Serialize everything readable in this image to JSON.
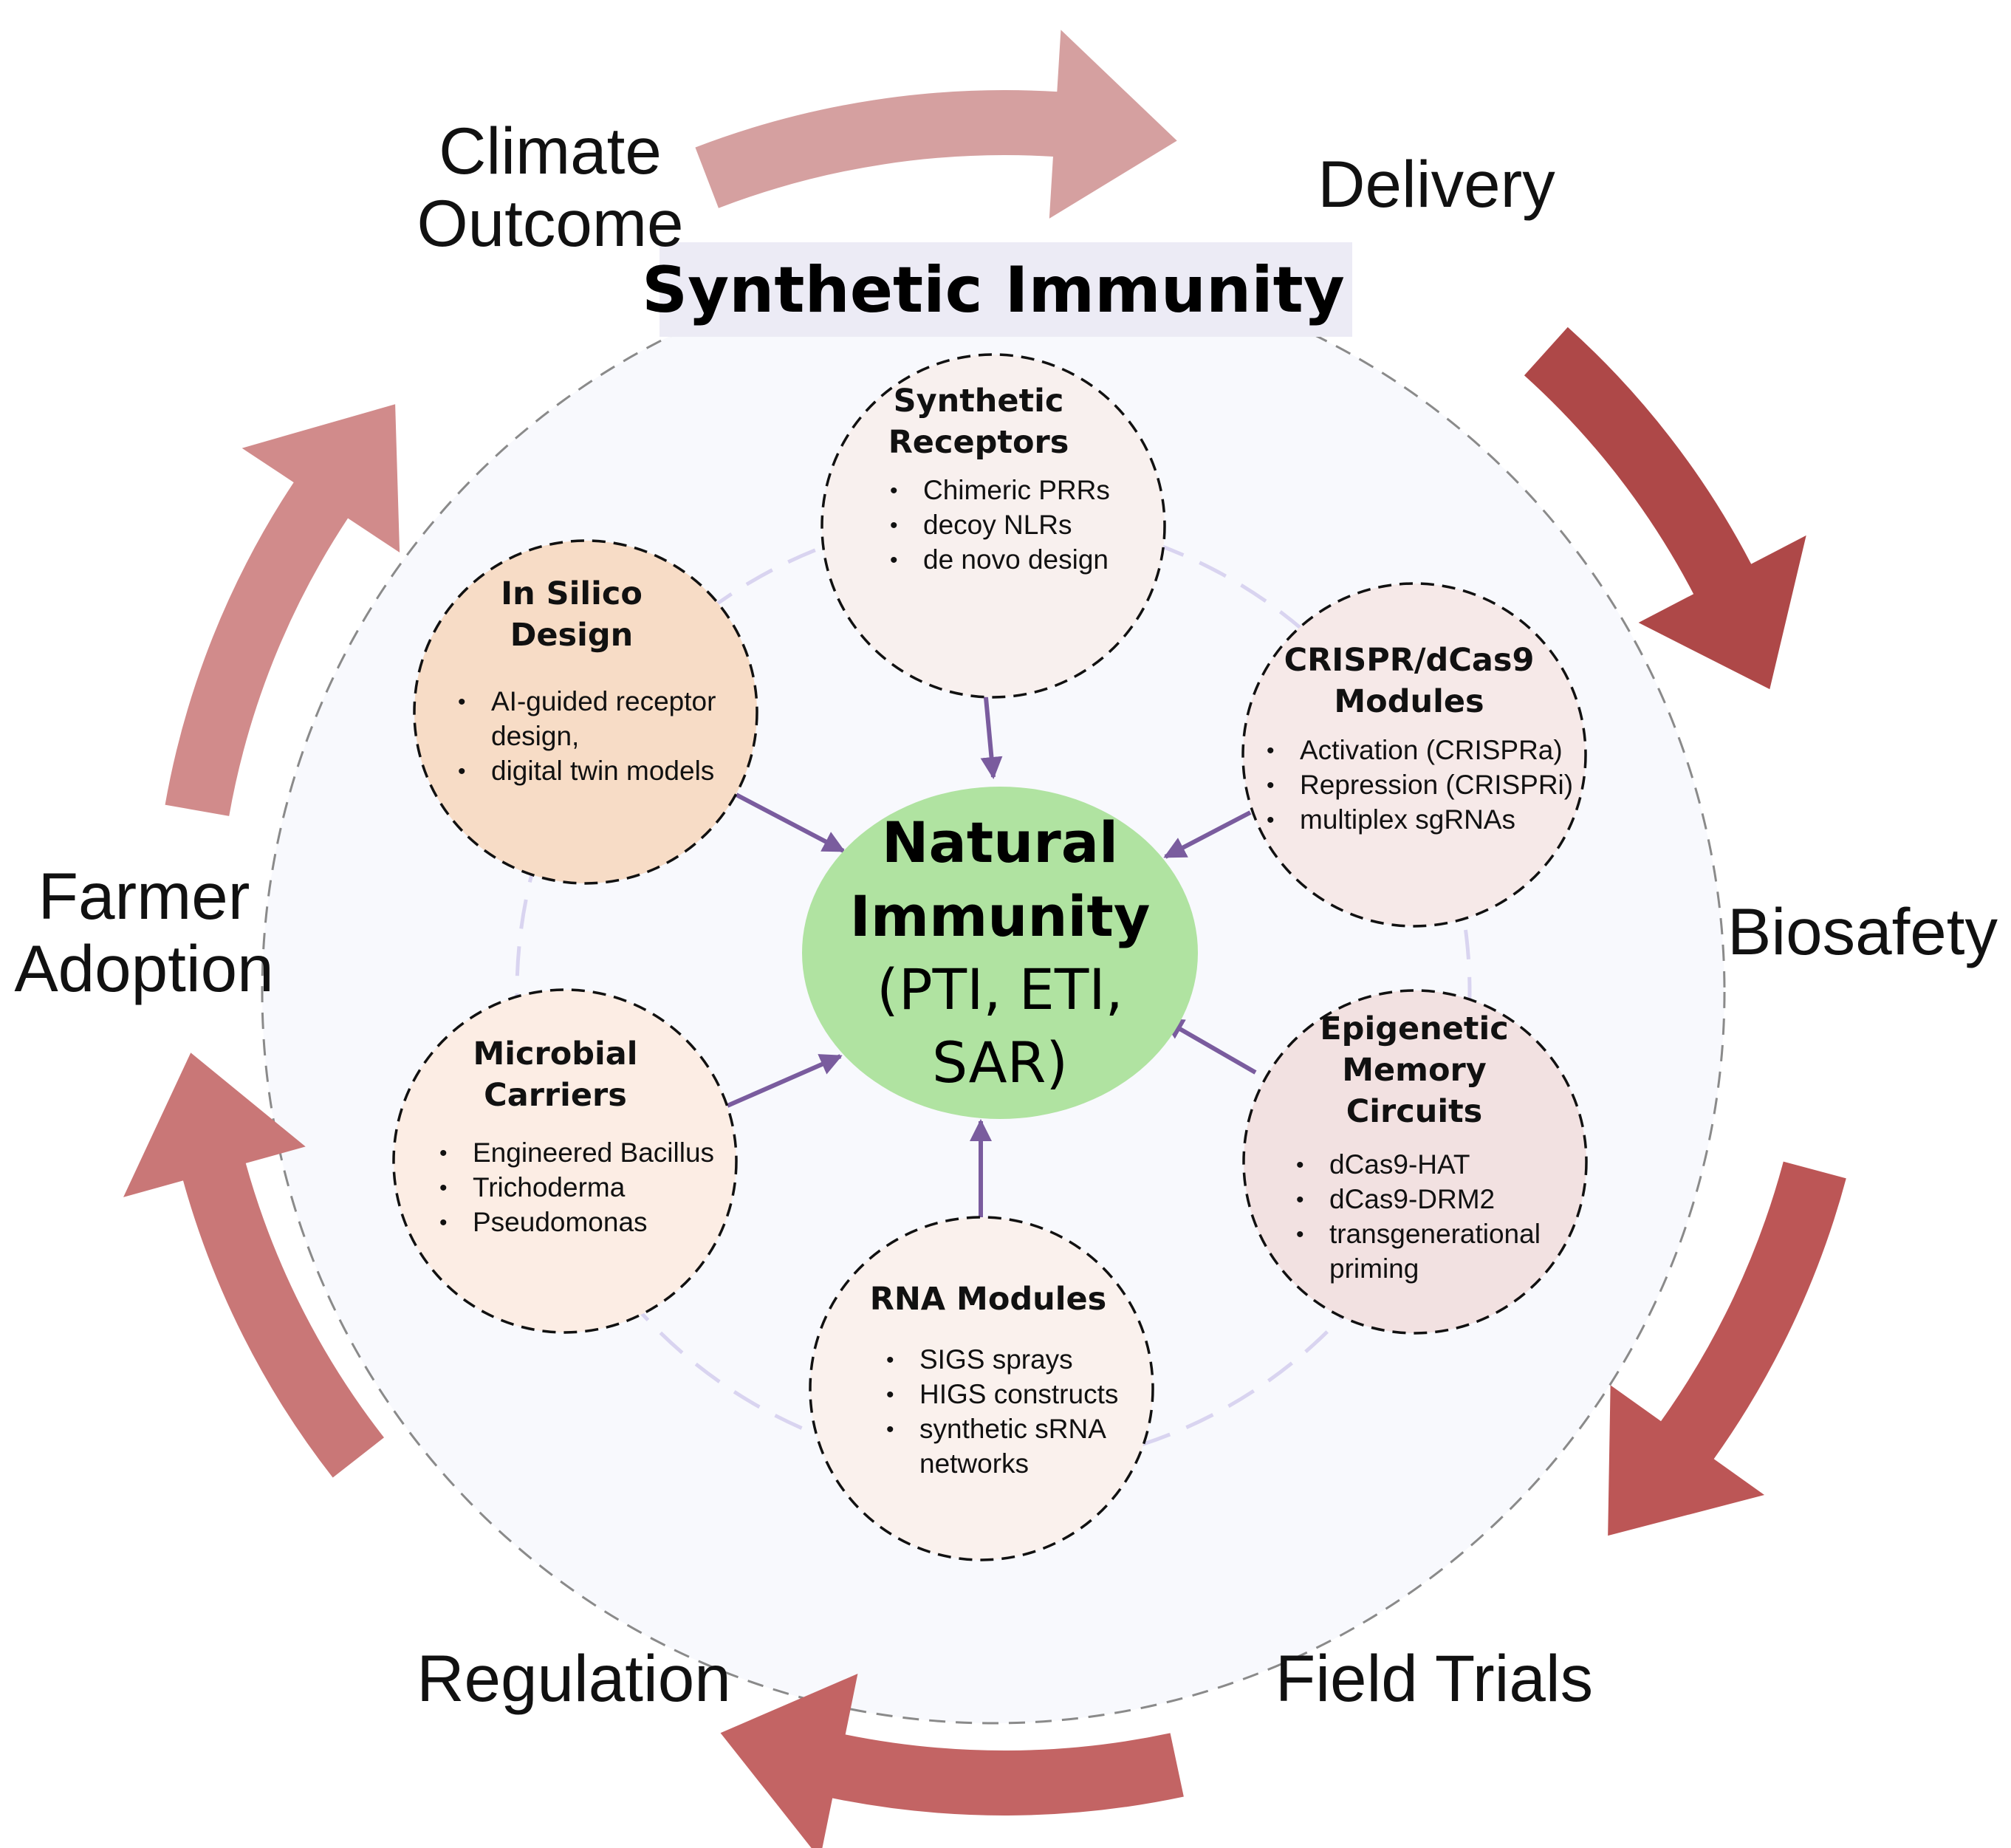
{
  "title": "Synthetic Immunity",
  "center": {
    "lines": [
      "Natural",
      "Immunity",
      "(PTI, ETI,",
      "SAR)"
    ]
  },
  "modules": [
    {
      "id": "synthetic-receptors",
      "title": [
        "Synthetic",
        "Receptors"
      ],
      "items": [
        "Chimeric PRRs",
        " decoy NLRs",
        "de novo design"
      ],
      "fill": "#f8f0ee"
    },
    {
      "id": "crispr-dcas9-modules",
      "title": [
        "CRISPR/dCas9",
        "Modules"
      ],
      "items": [
        "Activation (CRISPRa)",
        " Repression (CRISPRi)",
        "multiplex sgRNAs"
      ],
      "fill": "#f6e9e8"
    },
    {
      "id": "epigenetic-memory-circuits",
      "title": [
        "Epigenetic",
        "Memory",
        "Circuits"
      ],
      "items": [
        "dCas9-HAT",
        "dCas9-DRM2",
        " transgenerational",
        "priming"
      ],
      "fill": "#f2e1e1"
    },
    {
      "id": "rna-modules",
      "title": [
        "RNA Modules"
      ],
      "items": [
        "SIGS sprays",
        "HIGS constructs",
        "synthetic sRNA",
        "networks"
      ],
      "fill": "#faf1ed"
    },
    {
      "id": "microbial-carriers",
      "title": [
        "Microbial",
        "Carriers"
      ],
      "items": [
        "Engineered Bacillus",
        "Trichoderma",
        "Pseudomonas"
      ],
      "fill": "#fcede4"
    },
    {
      "id": "in-silico-design",
      "title": [
        "In Silico",
        "Design"
      ],
      "items": [
        "AI-guided receptor",
        "design,",
        "digital twin models"
      ],
      "fill": "#f7dcc6"
    }
  ],
  "cycle_stages": [
    {
      "id": "delivery",
      "lines": [
        "Delivery"
      ]
    },
    {
      "id": "biosafety",
      "lines": [
        "Biosafety"
      ]
    },
    {
      "id": "field-trials",
      "lines": [
        "Field Trials"
      ]
    },
    {
      "id": "regulation",
      "lines": [
        "Regulation"
      ]
    },
    {
      "id": "farmer-adoption",
      "lines": [
        "Farmer",
        "Adoption"
      ]
    },
    {
      "id": "climate-outcome",
      "lines": [
        "Climate",
        "Outcome"
      ]
    }
  ],
  "colors": {
    "center_fill": "#b0e3a1",
    "title_band": "#ecebf5",
    "outer_disc": "#f8f9fd",
    "connector": "#7a5c9e",
    "inner_ring": "#d9d4f0",
    "cycle_arrows": [
      "#d5a0a0",
      "#ae4848",
      "#bc5656",
      "#c36464",
      "#c97777",
      "#d18b8b"
    ]
  }
}
